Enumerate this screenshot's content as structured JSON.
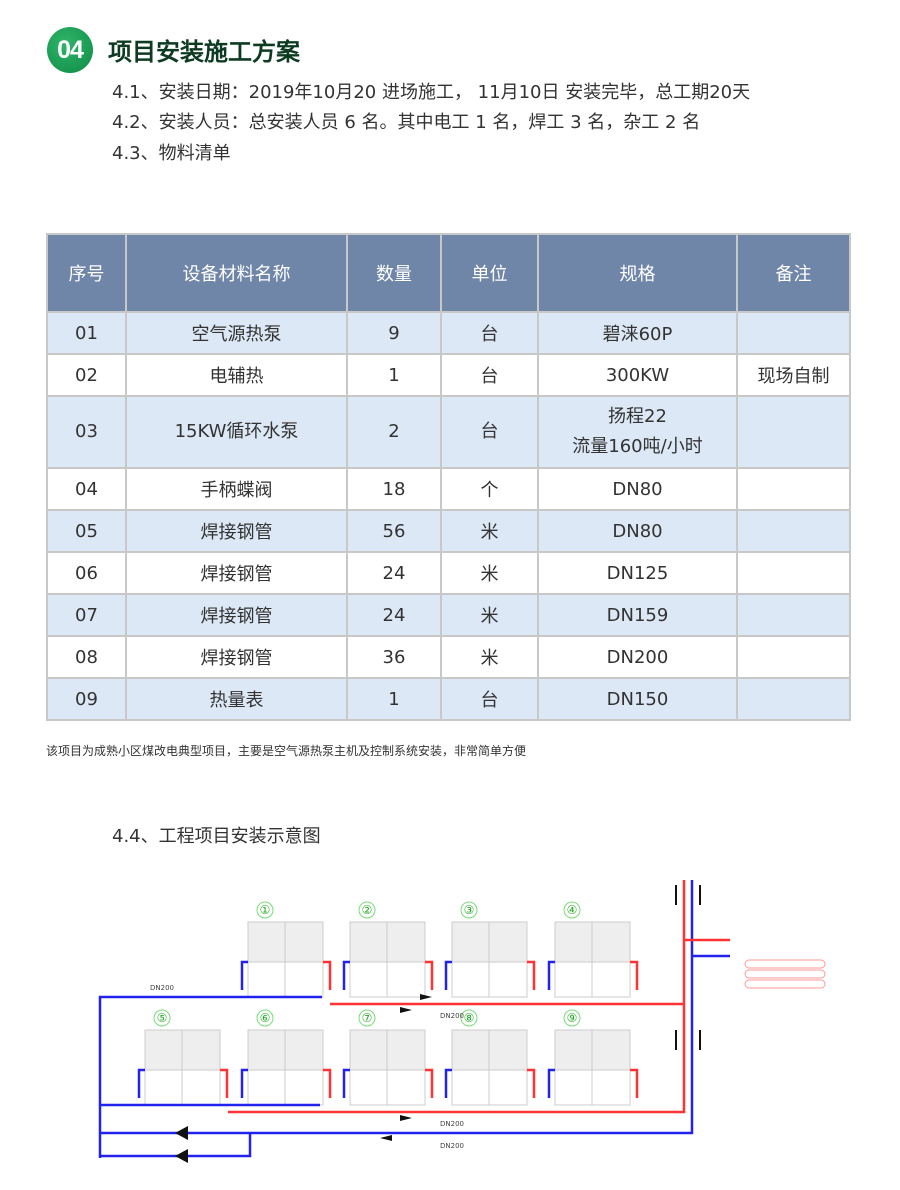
{
  "section": {
    "number": "04",
    "title": "项目安装施工方案"
  },
  "lines": [
    "4.1、安装日期：2019年10月20 进场施工， 11月10日 安装完毕，总工期20天",
    "4.2、安装人员：总安装人员 6 名。其中电工 1 名，焊工 3 名，杂工 2 名",
    "4.3、物料清单"
  ],
  "table": {
    "headers": [
      "序号",
      "设备材料名称",
      "数量",
      "单位",
      "规格",
      "备注"
    ],
    "rows": [
      [
        "01",
        "空气源热泵",
        "9",
        "台",
        "碧涞60P",
        ""
      ],
      [
        "02",
        "电辅热",
        "1",
        "台",
        "300KW",
        "现场自制"
      ],
      [
        "03",
        "15KW循环水泵",
        "2",
        "台",
        "扬程22\n流量160吨/小时",
        ""
      ],
      [
        "04",
        "手柄蝶阀",
        "18",
        "个",
        "DN80",
        ""
      ],
      [
        "05",
        "焊接钢管",
        "56",
        "米",
        "DN80",
        ""
      ],
      [
        "06",
        "焊接钢管",
        "24",
        "米",
        "DN125",
        ""
      ],
      [
        "07",
        "焊接钢管",
        "24",
        "米",
        "DN159",
        ""
      ],
      [
        "08",
        "焊接钢管",
        "36",
        "米",
        "DN200",
        ""
      ],
      [
        "09",
        "热量表",
        "1",
        "台",
        "DN150",
        ""
      ]
    ]
  },
  "note": "该项目为成熟小区煤改电典型项目，主要是空气源热泵主机及控制系统安装，非常简单方便",
  "diagram": {
    "title": "4.4、工程项目安装示意图",
    "pipe_label": "DN200",
    "unit_labels": [
      "①",
      "②",
      "③",
      "④",
      "⑤",
      "⑥",
      "⑦",
      "⑧",
      "⑨"
    ],
    "colors": {
      "supply": "#ff3333",
      "return": "#2222ee"
    }
  }
}
